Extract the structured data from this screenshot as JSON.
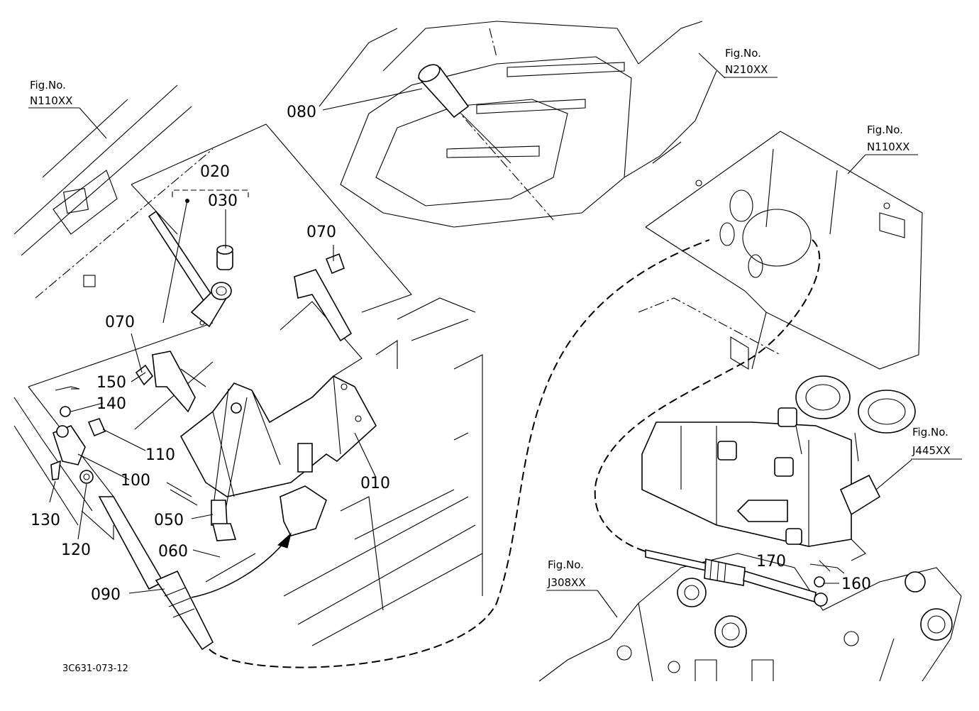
{
  "diagram_code": "3C631-073-12",
  "figure_refs": [
    {
      "label": "Fig.No.",
      "code": "N110XX"
    },
    {
      "label": "Fig.No.",
      "code": "N210XX"
    },
    {
      "label": "Fig.No.",
      "code": "N110XX"
    },
    {
      "label": "Fig.No.",
      "code": "J445XX"
    },
    {
      "label": "Fig.No.",
      "code": "J308XX"
    }
  ],
  "part_numbers": {
    "p010": "010",
    "p020": "020",
    "p030": "030",
    "p050": "050",
    "p060": "060",
    "p070a": "070",
    "p070b": "070",
    "p080": "080",
    "p090": "090",
    "p100": "100",
    "p110": "110",
    "p120": "120",
    "p130": "130",
    "p140": "140",
    "p150": "150",
    "p160": "160",
    "p170": "170"
  }
}
